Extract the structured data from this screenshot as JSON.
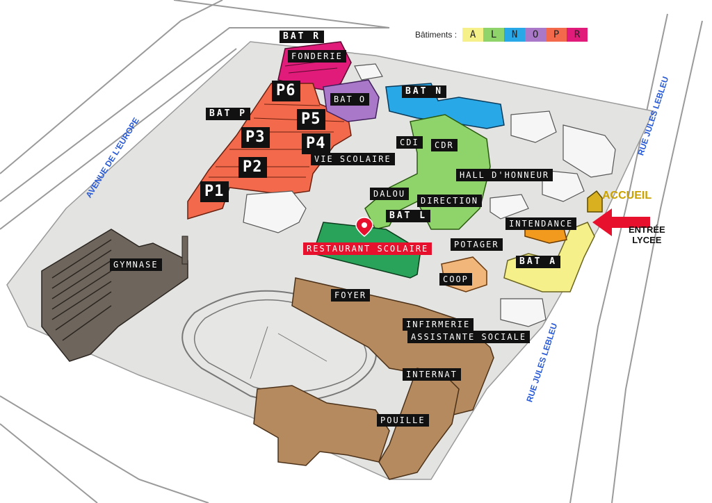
{
  "legend": {
    "label": "Bâtiments :",
    "items": [
      {
        "letter": "A",
        "color": "#f6f08a"
      },
      {
        "letter": "L",
        "color": "#8fd46a"
      },
      {
        "letter": "N",
        "color": "#29a8e8"
      },
      {
        "letter": "O",
        "color": "#a978c9"
      },
      {
        "letter": "P",
        "color": "#f26a4b"
      },
      {
        "letter": "R",
        "color": "#e01b79"
      }
    ]
  },
  "colors": {
    "ground": "#e3e3e1",
    "bat_a": "#f6f08a",
    "bat_l": "#8fd46a",
    "bat_n": "#29a8e8",
    "bat_o": "#a978c9",
    "bat_p": "#f26a4b",
    "bat_r": "#e01b79",
    "restaurant": "#2aa35a",
    "brown": "#b48a5e",
    "gymnase": "#6e655c",
    "intendance": "#f29a1e",
    "accueil": "#c9a100",
    "arrow": "#e8112d",
    "street": "#2a5bd7"
  },
  "streets": {
    "europe": "AVENUE DE L'EUROPE",
    "jules_top": "RUE JULES LEBLEU",
    "jules_bottom": "RUE JULES LEBLEU"
  },
  "labels": {
    "bat_r": "BAT R",
    "fonderie": "FONDERIE",
    "p6": "P6",
    "bat_o": "BAT O",
    "bat_n": "BAT N",
    "bat_p": "BAT P",
    "p5": "P5",
    "p3": "P3",
    "p4": "P4",
    "cdi": "CDI",
    "cdr": "CDR",
    "vie_scolaire": "VIE SCOLAIRE",
    "p2": "P2",
    "hall": "HALL D'HONNEUR",
    "p1": "P1",
    "dalou": "DALOU",
    "direction": "DIRECTION",
    "bat_l": "BAT L",
    "intendance": "INTENDANCE",
    "restaurant": "RESTAURANT SCOLAIRE",
    "potager": "POTAGER",
    "gymnase": "GYMNASE",
    "bat_a": "BAT A",
    "coop": "COOP",
    "foyer": "FOYER",
    "infirmerie": "INFIRMERIE",
    "assistante": "ASSISTANTE SOCIALE",
    "internat": "INTERNAT",
    "pouille": "POUILLE"
  },
  "accueil": "ACCUEIL",
  "entree_line1": "ENTRÉE",
  "entree_line2": "LYCEE"
}
